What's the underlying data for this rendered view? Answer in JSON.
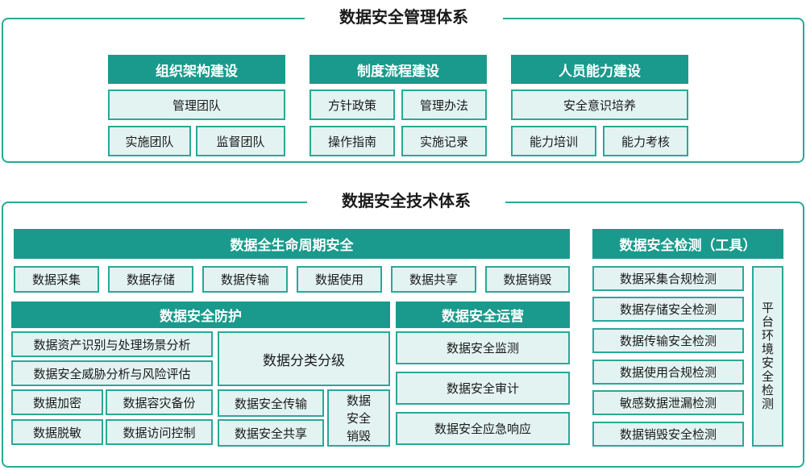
{
  "management": {
    "title": "数据安全管理体系",
    "groups": [
      {
        "header": "组织架构建设",
        "items": [
          "管理团队",
          "实施团队",
          "监督团队"
        ]
      },
      {
        "header": "制度流程建设",
        "items": [
          "方针政策",
          "管理办法",
          "操作指南",
          "实施记录"
        ]
      },
      {
        "header": "人员能力建设",
        "items": [
          "安全意识培养",
          "能力培训",
          "能力考核"
        ]
      }
    ]
  },
  "technical": {
    "title": "数据安全技术体系",
    "lifecycle": {
      "header": "数据全生命周期安全",
      "items": [
        "数据采集",
        "数据存储",
        "数据传输",
        "数据使用",
        "数据共享",
        "数据销毁"
      ]
    },
    "protection": {
      "header": "数据安全防护",
      "items": [
        "数据资产识别与处理场景分析",
        "数据安全威胁分析与风险评估",
        "数据加密",
        "数据容灾备份",
        "数据脱敏",
        "数据访问控制",
        "数据分类分级",
        "数据安全传输",
        "数据安全共享"
      ],
      "destroy_lines": [
        "数据",
        "安全",
        "销毁"
      ]
    },
    "operations": {
      "header": "数据安全运营",
      "items": [
        "数据安全监测",
        "数据安全审计",
        "数据安全应急响应"
      ]
    },
    "detection": {
      "header": "数据安全检测（工具）",
      "items": [
        "数据采集合规检测",
        "数据存储安全检测",
        "数据传输安全检测",
        "数据使用合规检测",
        "敏感数据泄漏检测",
        "数据销毁安全检测"
      ],
      "platform": "平台环境安全检测"
    }
  }
}
